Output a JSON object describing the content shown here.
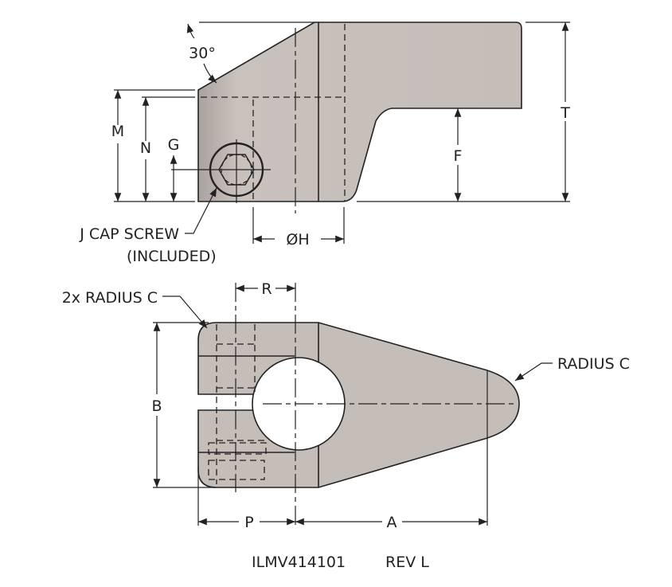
{
  "drawing": {
    "colors": {
      "part_fill": "#c4bdb8",
      "line": "#222222",
      "background": "#ffffff"
    },
    "side_view": {
      "angle_label": "30°",
      "dim_M": "M",
      "dim_N": "N",
      "dim_G": "G",
      "dim_F": "F",
      "dim_T": "T",
      "dim_H": "ØH",
      "screw_label_line1": "J CAP SCREW",
      "screw_label_line2": "(INCLUDED)"
    },
    "top_view": {
      "radius_left_label": "2x RADIUS C",
      "radius_right_label": "RADIUS C",
      "dim_R": "R",
      "dim_B": "B",
      "dim_P": "P",
      "dim_A": "A"
    },
    "footer": {
      "part_number": "ILMV414101",
      "revision": "REV L"
    }
  }
}
